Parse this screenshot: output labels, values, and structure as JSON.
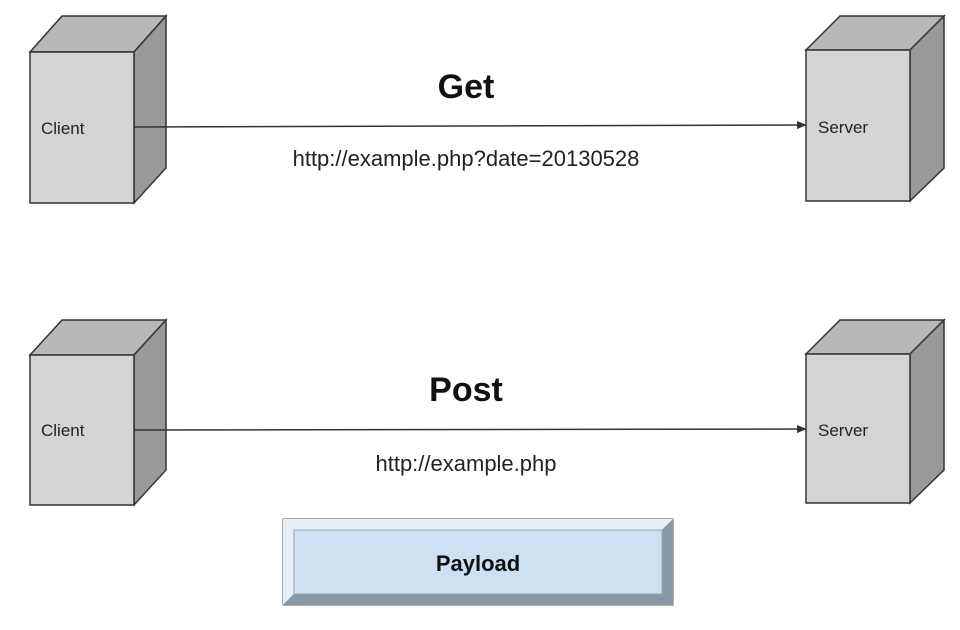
{
  "get_flow": {
    "method": "Get",
    "client_label": "Client",
    "server_label": "Server",
    "url": "http://example.php?date=20130528"
  },
  "post_flow": {
    "method": "Post",
    "client_label": "Client",
    "server_label": "Server",
    "url": "http://example.php",
    "payload_label": "Payload"
  },
  "colors": {
    "box_front": "#d4d4d4",
    "box_top": "#b8b8b8",
    "box_side": "#999999",
    "box_stroke": "#333333",
    "arrow": "#333333",
    "payload_fill": "#cfe0f2",
    "payload_border_light": "#e8eef5",
    "payload_border_dark": "#7d8a97"
  }
}
